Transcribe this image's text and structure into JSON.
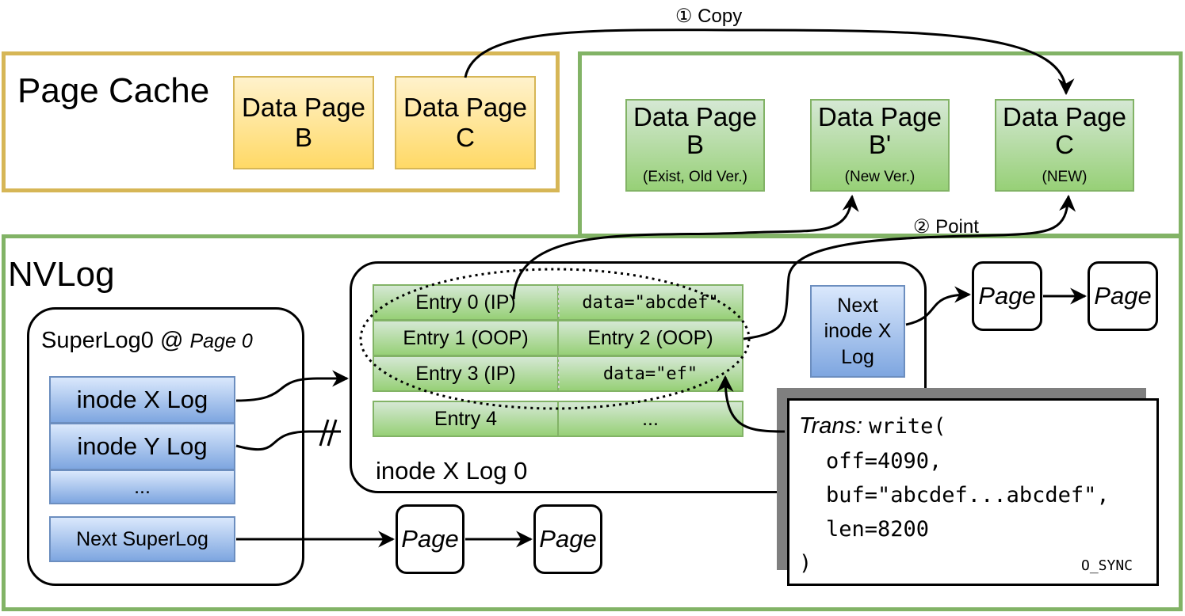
{
  "page_cache": {
    "title": "Page Cache",
    "pages": [
      {
        "line1": "Data Page",
        "line2": "B"
      },
      {
        "line1": "Data Page",
        "line2": "C"
      }
    ]
  },
  "copy_label": "① Copy",
  "point_label": "② Point",
  "storage": {
    "pages": [
      {
        "line1": "Data Page",
        "line2": "B",
        "note": "(Exist, Old Ver.)"
      },
      {
        "line1": "Data Page",
        "line2": "B'",
        "note": "(New Ver.)"
      },
      {
        "line1": "Data Page",
        "line2": "C",
        "note": "(NEW)"
      }
    ]
  },
  "nvlog": {
    "title": "NVLog",
    "superlog_title": "SuperLog0",
    "superlog_at": "@",
    "superlog_page": "Page 0",
    "superlog_items": [
      "inode X Log",
      "inode Y Log",
      "..."
    ],
    "next_superlog": "Next SuperLog",
    "page_label": "Page",
    "inode_log_title": "inode X Log 0",
    "entries": [
      [
        "Entry 0 (IP)",
        "data=\"abcdef\""
      ],
      [
        "Entry 1 (OOP)",
        "Entry 2 (OOP)"
      ],
      [
        "Entry 3 (IP)",
        "data=\"ef\""
      ],
      [
        "Entry 4",
        "..."
      ]
    ],
    "next_inode": {
      "line1": "Next",
      "line2": "inode X",
      "line3": "Log"
    }
  },
  "trans": {
    "prefix": "Trans:",
    "call": "write(",
    "arg1": "off=4090,",
    "arg2": "buf=\"abcdef...abcdef\",",
    "arg3": "len=8200",
    "close": ")",
    "flag": "O_SYNC"
  }
}
